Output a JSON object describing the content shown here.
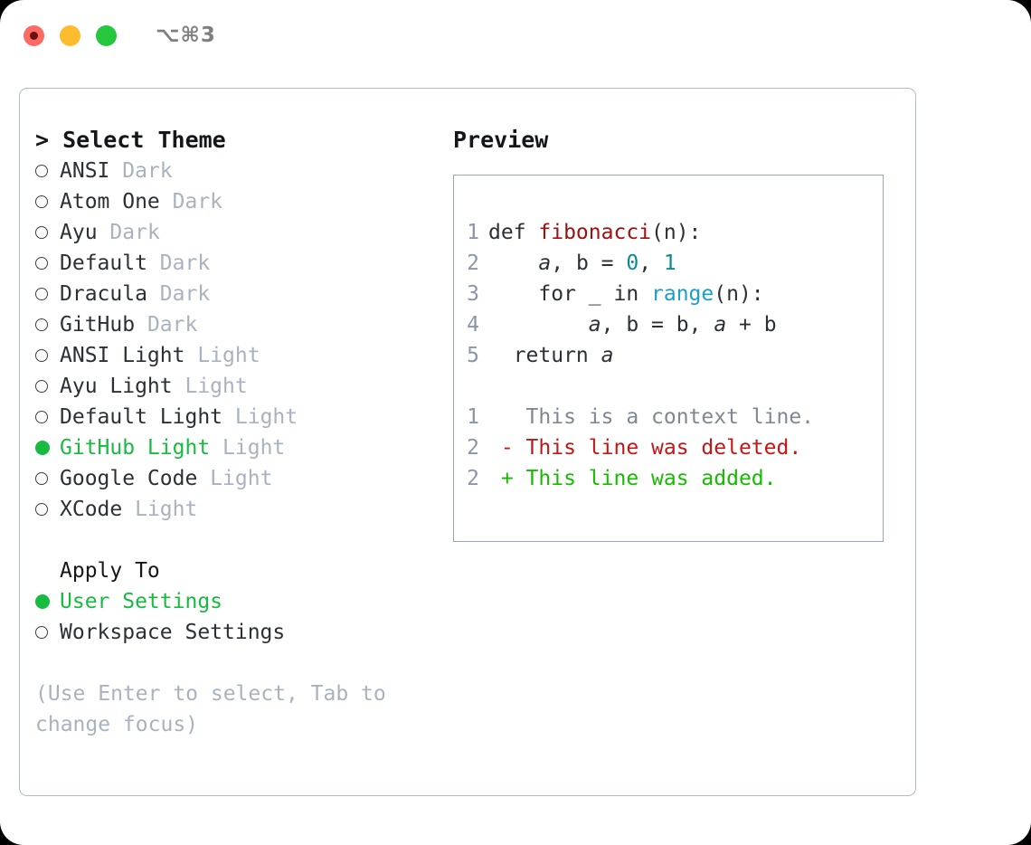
{
  "titlebar": {
    "shortcut": "⌥⌘3",
    "lights": [
      "close-red",
      "minimize-yellow",
      "maximize-green"
    ]
  },
  "theme_picker": {
    "heading": "> Select Theme",
    "caret": ">",
    "heading_label": "Select Theme",
    "items": [
      {
        "name": "ANSI",
        "tag": "Dark",
        "selected": false
      },
      {
        "name": "Atom One",
        "tag": "Dark",
        "selected": false
      },
      {
        "name": "Ayu",
        "tag": "Dark",
        "selected": false
      },
      {
        "name": "Default",
        "tag": "Dark",
        "selected": false
      },
      {
        "name": "Dracula",
        "tag": "Dark",
        "selected": false
      },
      {
        "name": "GitHub",
        "tag": "Dark",
        "selected": false
      },
      {
        "name": "ANSI Light",
        "tag": "Light",
        "selected": false
      },
      {
        "name": "Ayu Light",
        "tag": "Light",
        "selected": false
      },
      {
        "name": "Default Light",
        "tag": "Light",
        "selected": false
      },
      {
        "name": "GitHub Light",
        "tag": "Light",
        "selected": true
      },
      {
        "name": "Google Code",
        "tag": "Light",
        "selected": false
      },
      {
        "name": "XCode",
        "tag": "Light",
        "selected": false
      }
    ]
  },
  "apply_to": {
    "heading": "Apply To",
    "items": [
      {
        "name": "User Settings",
        "selected": true
      },
      {
        "name": "Workspace Settings",
        "selected": false
      }
    ]
  },
  "hint": "(Use Enter to select, Tab to change focus)",
  "preview": {
    "heading": "Preview",
    "code_lines": [
      {
        "num": "1",
        "tokens": [
          {
            "t": "def ",
            "c": "tok-plain"
          },
          {
            "t": "fibonacci",
            "c": "tok-fn"
          },
          {
            "t": "(n):",
            "c": "tok-plain"
          }
        ]
      },
      {
        "num": "2",
        "tokens": [
          {
            "t": "    ",
            "c": "tok-plain"
          },
          {
            "t": "a",
            "c": "tok-var"
          },
          {
            "t": ", ",
            "c": "tok-plain"
          },
          {
            "t": "b",
            "c": "tok-plain"
          },
          {
            "t": " = ",
            "c": "tok-plain"
          },
          {
            "t": "0",
            "c": "tok-num"
          },
          {
            "t": ", ",
            "c": "tok-plain"
          },
          {
            "t": "1",
            "c": "tok-num"
          }
        ]
      },
      {
        "num": "3",
        "tokens": [
          {
            "t": "    for _ in ",
            "c": "tok-plain"
          },
          {
            "t": "range",
            "c": "tok-builtin"
          },
          {
            "t": "(n):",
            "c": "tok-plain"
          }
        ]
      },
      {
        "num": "4",
        "tokens": [
          {
            "t": "        ",
            "c": "tok-plain"
          },
          {
            "t": "a",
            "c": "tok-var"
          },
          {
            "t": ", ",
            "c": "tok-plain"
          },
          {
            "t": "b",
            "c": "tok-plain"
          },
          {
            "t": " = ",
            "c": "tok-plain"
          },
          {
            "t": "b",
            "c": "tok-plain"
          },
          {
            "t": ", ",
            "c": "tok-plain"
          },
          {
            "t": "a",
            "c": "tok-var"
          },
          {
            "t": " + ",
            "c": "tok-plain"
          },
          {
            "t": "b",
            "c": "tok-plain"
          }
        ]
      },
      {
        "num": "5",
        "tokens": [
          {
            "t": "  return ",
            "c": "tok-plain"
          },
          {
            "t": "a",
            "c": "tok-var"
          }
        ]
      }
    ],
    "diff_lines": [
      {
        "num": "1",
        "sign": " ",
        "text": " This is a context line.",
        "c": "diff-ctx"
      },
      {
        "num": "2",
        "sign": "-",
        "text": " This line was deleted.",
        "c": "diff-del"
      },
      {
        "num": "2",
        "sign": "+",
        "text": " This line was added.",
        "c": "diff-add"
      }
    ]
  },
  "colors": {
    "accent_green": "#16bb3f",
    "muted": "#a9b2bf",
    "border": "#b2bbc7",
    "preview_border": "#9aa5b4",
    "gutter": "#8a96a8",
    "fn_red": "#a01010",
    "num_teal": "#0f8a8f",
    "builtin_blue": "#1a9fcc",
    "diff_del": "#c11717",
    "diff_add": "#16bb00"
  }
}
